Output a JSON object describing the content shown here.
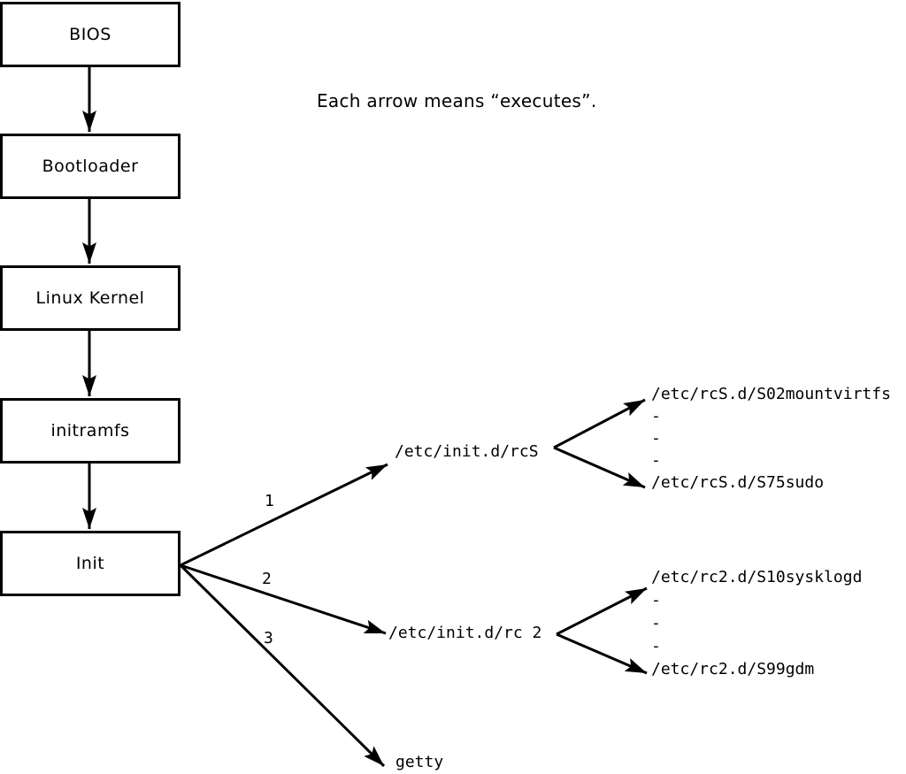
{
  "title": "Each arrow means “executes”.",
  "flow": {
    "nodes": [
      {
        "label": "BIOS"
      },
      {
        "label": "Bootloader"
      },
      {
        "label": "Linux Kernel"
      },
      {
        "label": "initramfs"
      },
      {
        "label": "Init"
      }
    ]
  },
  "branches": [
    {
      "number": "1",
      "target": "/etc/init.d/rcS"
    },
    {
      "number": "2",
      "target": "/etc/init.d/rc 2"
    },
    {
      "number": "3",
      "target": "getty"
    }
  ],
  "script_groups": {
    "rcS": {
      "lines": [
        "/etc/rcS.d/S02mountvirtfs",
        "-",
        "-",
        "-",
        "/etc/rcS.d/S75sudo"
      ]
    },
    "rc2": {
      "lines": [
        "/etc/rc2.d/S10sysklogd",
        "-",
        "-",
        "-",
        "/etc/rc2.d/S99gdm"
      ]
    }
  },
  "colors": {
    "line": "#000000",
    "background": "#ffffff"
  }
}
